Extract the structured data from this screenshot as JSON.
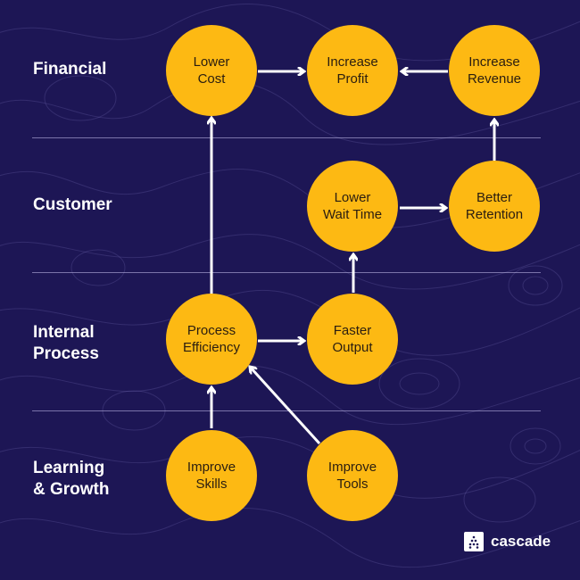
{
  "title": "Strategy Map",
  "perspectives": [
    {
      "id": "financial",
      "label": "Financial"
    },
    {
      "id": "customer",
      "label": "Customer"
    },
    {
      "id": "internal",
      "label": "Internal\nProcess"
    },
    {
      "id": "learning",
      "label": "Learning\n& Growth"
    }
  ],
  "nodes": [
    {
      "id": "lower-cost",
      "label": "Lower\nCost",
      "perspective": "financial"
    },
    {
      "id": "increase-profit",
      "label": "Increase\nProfit",
      "perspective": "financial"
    },
    {
      "id": "increase-revenue",
      "label": "Increase\nRevenue",
      "perspective": "financial"
    },
    {
      "id": "lower-wait-time",
      "label": "Lower\nWait Time",
      "perspective": "customer"
    },
    {
      "id": "better-retention",
      "label": "Better\nRetention",
      "perspective": "customer"
    },
    {
      "id": "process-efficiency",
      "label": "Process\nEfficiency",
      "perspective": "internal"
    },
    {
      "id": "faster-output",
      "label": "Faster\nOutput",
      "perspective": "internal"
    },
    {
      "id": "improve-skills",
      "label": "Improve\nSkills",
      "perspective": "learning"
    },
    {
      "id": "improve-tools",
      "label": "Improve\nTools",
      "perspective": "learning"
    }
  ],
  "edges": [
    {
      "from": "lower-cost",
      "to": "increase-profit"
    },
    {
      "from": "increase-revenue",
      "to": "increase-profit"
    },
    {
      "from": "better-retention",
      "to": "increase-revenue"
    },
    {
      "from": "lower-wait-time",
      "to": "better-retention"
    },
    {
      "from": "faster-output",
      "to": "lower-wait-time"
    },
    {
      "from": "process-efficiency",
      "to": "lower-cost"
    },
    {
      "from": "process-efficiency",
      "to": "faster-output"
    },
    {
      "from": "improve-skills",
      "to": "process-efficiency"
    },
    {
      "from": "improve-tools",
      "to": "process-efficiency"
    }
  ],
  "brand": {
    "name": "cascade",
    "icon": "cascade-logo-icon"
  },
  "colors": {
    "background": "#1d1655",
    "node": "#fdb913",
    "node_text": "#2a1d10",
    "arrow": "#ffffff"
  }
}
